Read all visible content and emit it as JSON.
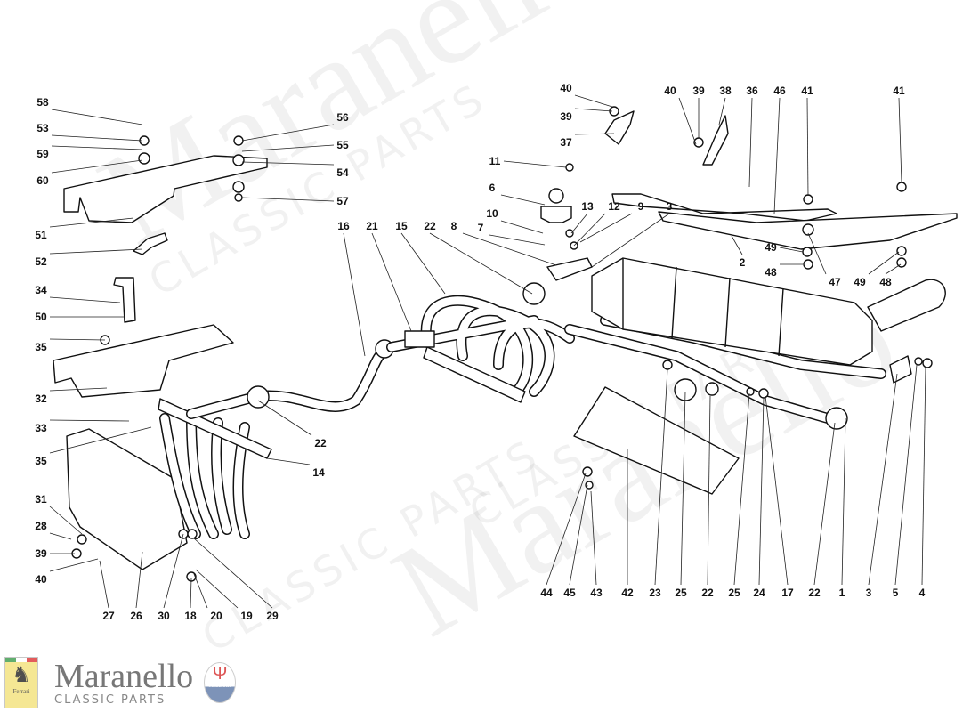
{
  "watermark": {
    "brand": "Maranello",
    "sub": "CLASSIC PARTS"
  },
  "logo": {
    "brand": "Maranello",
    "sub": "CLASSIC PARTS",
    "ferrari_text": "Ferrari",
    "maserati_text": "MASERATI"
  },
  "callouts": [
    "58",
    "53",
    "59",
    "60",
    "51",
    "52",
    "34",
    "50",
    "35",
    "32",
    "33",
    "35",
    "31",
    "28",
    "39",
    "40",
    "27",
    "26",
    "30",
    "18",
    "20",
    "19",
    "29",
    "56",
    "55",
    "54",
    "57",
    "16",
    "21",
    "15",
    "22",
    "8",
    "7",
    "10",
    "6",
    "11",
    "13",
    "12",
    "9",
    "3",
    "22",
    "14",
    "40",
    "39",
    "37",
    "40",
    "39",
    "38",
    "36",
    "46",
    "41",
    "41",
    "2",
    "49",
    "48",
    "47",
    "49",
    "48",
    "44",
    "45",
    "43",
    "42",
    "23",
    "25",
    "22",
    "25",
    "24",
    "17",
    "22",
    "1",
    "3",
    "5",
    "4"
  ],
  "colors": {
    "line": "#111111",
    "watermark": "#969696",
    "ferrari_yellow": "#f3e27a",
    "maserati_red": "#dd5555",
    "maserati_blue": "#7d93b8"
  }
}
